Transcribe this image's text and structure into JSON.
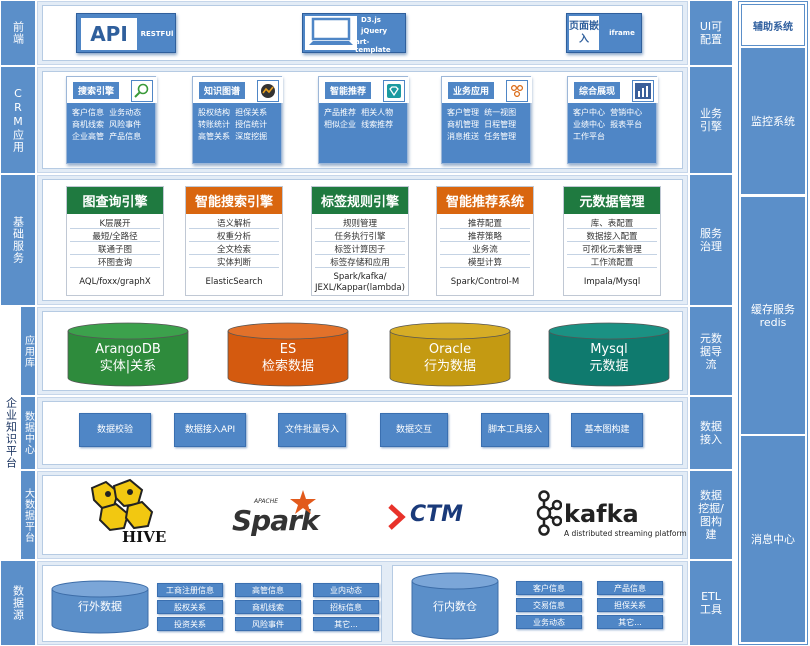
{
  "left_labels": {
    "frontend": "前端",
    "crm": "CRM应用",
    "base_services": "基础服务",
    "app_lib": "应用库",
    "kp_platform": "企业知识平台",
    "data_center": "数据中心",
    "bigdata": "大数据平台",
    "datasource": "数据源"
  },
  "right_labels": {
    "ui_config": "UI可配置",
    "biz_engine": "业务引擎",
    "service_gov": "服务治理",
    "metadata_flow": "元数据导流",
    "data_access": "数据接入",
    "mining": "数据挖掘/图构建",
    "etl": "ETL工具"
  },
  "aux": {
    "title": "辅助系统",
    "monitor": "监控系统",
    "cache": "缓存服务redis",
    "mq": "消息中心"
  },
  "frontend": {
    "api": "API",
    "restful": "RESTFUl",
    "d3": "D3.js",
    "jquery": "jQuery",
    "art": "art-template",
    "embed": "页面嵌入",
    "iframe": "iframe"
  },
  "crm_cards": [
    {
      "title": "搜索引擎",
      "icon": "magnifier-icon",
      "lines": [
        "客户信息  业务动态",
        "商机线索  风险事件",
        "企业高管  产品信息"
      ]
    },
    {
      "title": "知识图谱",
      "icon": "graph-line-icon",
      "lines": [
        "股权结构  担保关系",
        "转账统计  授信统计",
        "高管关系  深度挖掘"
      ]
    },
    {
      "title": "智能推荐",
      "icon": "diamond-icon",
      "lines": [
        "产品推荐  相关人物",
        "相似企业  线索推荐"
      ]
    },
    {
      "title": "业务应用",
      "icon": "people-icon",
      "lines": [
        "客户管理  统一视图",
        "商机管理  日程管理",
        "消息推送  任务管理"
      ]
    },
    {
      "title": "综合展现",
      "icon": "bar-chart-icon",
      "lines": [
        "客户中心  营销中心",
        "业绩中心  报表平台",
        "工作平台"
      ]
    }
  ],
  "engines": [
    {
      "title": "图查询引擎",
      "color": "#1f7a40",
      "items": [
        "K层展开",
        "最短/全路径",
        "联通子图",
        "环图查询"
      ],
      "footer": "AQL/foxx/graphX"
    },
    {
      "title": "智能搜索引擎",
      "color": "#d9660f",
      "items": [
        "语义解析",
        "权重分析",
        "全文检索",
        "实体判断"
      ],
      "footer": "ElasticSearch"
    },
    {
      "title": "标签规则引擎",
      "color": "#1f7a40",
      "items": [
        "规则管理",
        "任务执行引擎",
        "标签计算因子",
        "标签存储和应用"
      ],
      "footer": "Spark/kafka/\nJEXL/Kappar(lambda)"
    },
    {
      "title": "智能推荐系统",
      "color": "#d9660f",
      "items": [
        "推荐配置",
        "推荐策略",
        "业务流",
        "模型计算"
      ],
      "footer": "Spark/Control-M"
    },
    {
      "title": "元数据管理",
      "color": "#1f7a40",
      "items": [
        "库、表配置",
        "数据接入配置",
        "可视化元素管理",
        "工作流配置"
      ],
      "footer": "Impala/Mysql"
    }
  ],
  "databases": [
    {
      "line1": "ArangoDB",
      "line2": "实体|关系",
      "color": "#2e8b3c",
      "top": "#3ca14c"
    },
    {
      "line1": "ES",
      "line2": "检索数据",
      "color": "#d45a0f",
      "top": "#e2712a"
    },
    {
      "line1": "Oracle",
      "line2": "行为数据",
      "color": "#c49a12",
      "top": "#d6ad26"
    },
    {
      "line1": "Mysql",
      "line2": "元数据",
      "color": "#0f7a6e",
      "top": "#1b9183"
    }
  ],
  "data_center_buttons": [
    "数据校验",
    "数据接入API",
    "文件批量导入",
    "数据交互",
    "脚本工具接入",
    "基本图构建"
  ],
  "bigdata_logos": {
    "hive": "HIVE",
    "spark_apache": "APACHE",
    "spark": "Spark",
    "ctm": "CTM",
    "kafka": "kafka",
    "kafka_sub": "A distributed streaming platform"
  },
  "datasource": {
    "external": "行外数据",
    "internal": "行内数仓",
    "external_items": [
      "工商注册信息",
      "股权关系",
      "投资关系",
      "高管信息",
      "商机线索",
      "风险事件",
      "业内动态",
      "招标信息",
      "其它..."
    ],
    "internal_items": [
      "客户信息",
      "交易信息",
      "业务动态",
      "产品信息",
      "担保关系",
      "其它..."
    ]
  }
}
